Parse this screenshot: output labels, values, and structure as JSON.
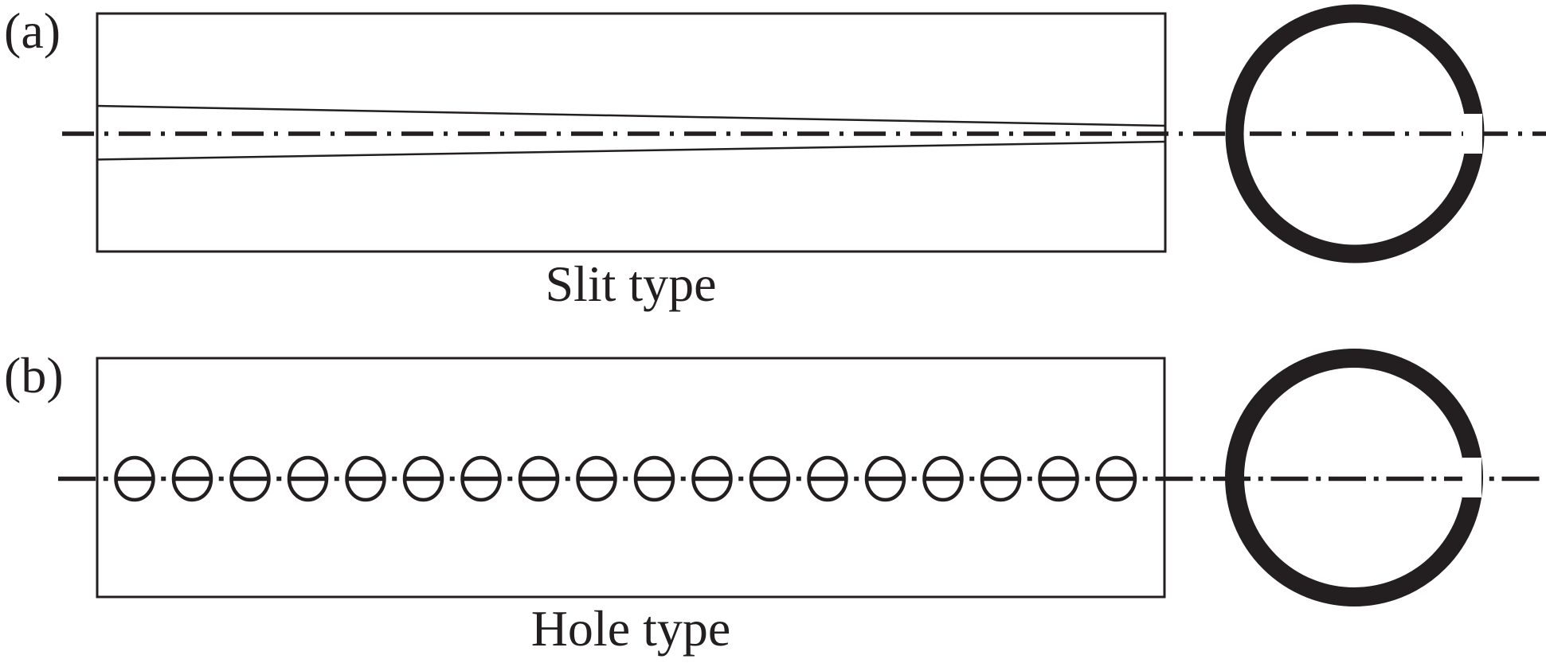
{
  "page": {
    "background": "#ffffff",
    "ink": "#231f20"
  },
  "figure": {
    "type": "schematic-diagram",
    "panels": {
      "a": {
        "label": "(a)",
        "caption": "Slit type",
        "aperture": "tapered slit narrowing from left to right",
        "end_view": "thick ring with small gap on right side at centerline"
      },
      "b": {
        "label": "(b)",
        "caption": "Hole type",
        "aperture": "horizontal row of circular holes along centerline",
        "hole_count": 18,
        "end_view": "thick ring with small gap on right side at centerline"
      }
    },
    "axis_style": "dash-dot centerline through both panels and rings"
  }
}
